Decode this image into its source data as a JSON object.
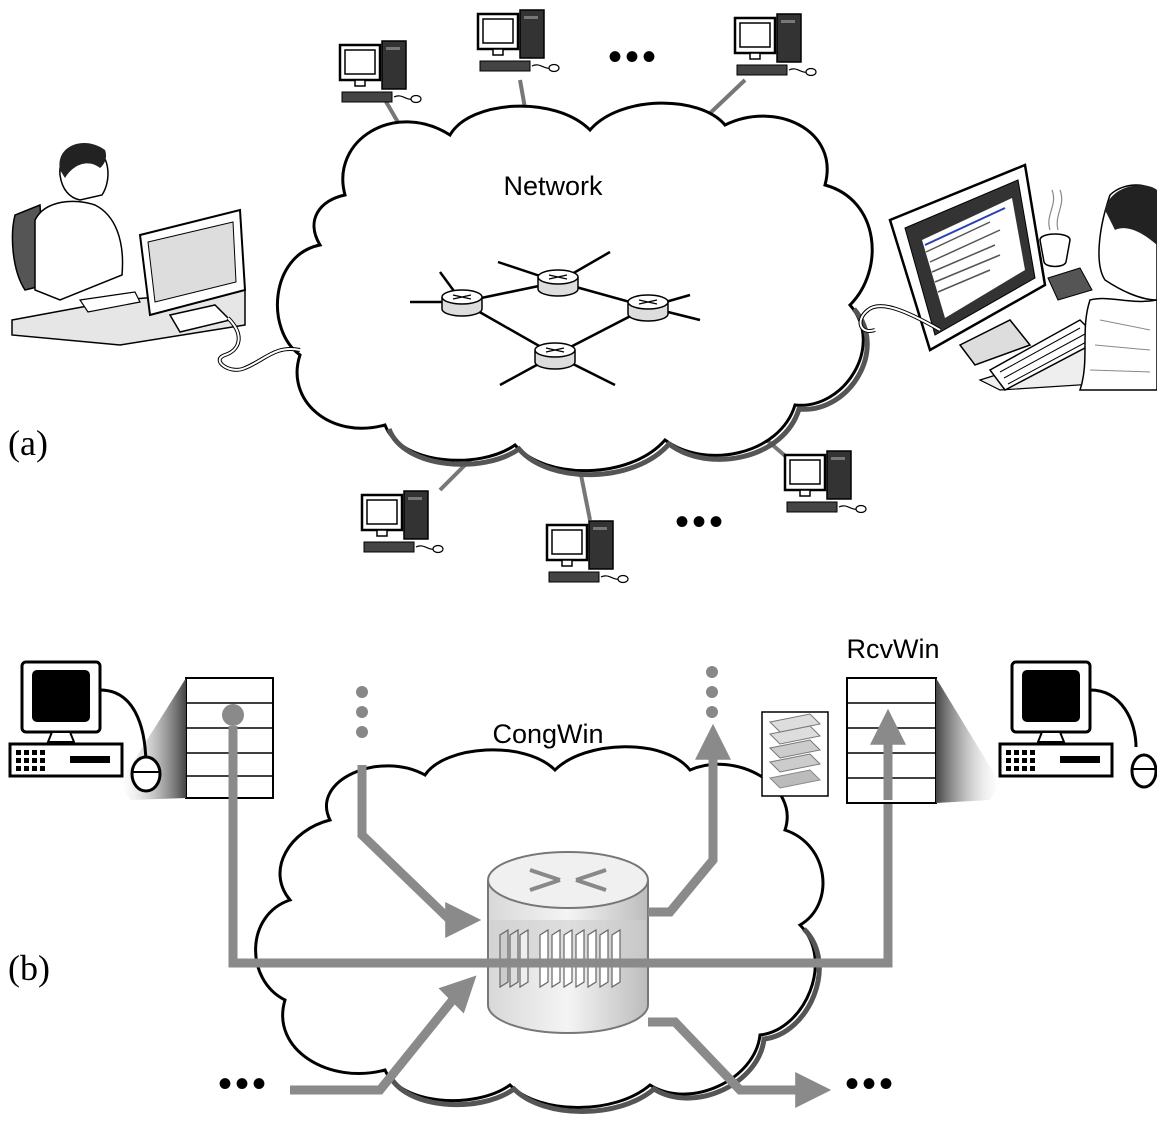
{
  "panel_a": {
    "label": "(a)",
    "cloud_label": "Network",
    "ellipsis_top": "•••",
    "ellipsis_bottom": "•••"
  },
  "panel_b": {
    "label": "(b)",
    "cloud_label": "CongWin",
    "receiver_label": "RcvWin",
    "ellipsis_in": "•••",
    "ellipsis_out": "•••"
  },
  "colors": {
    "flow_arrow": "#8a8a8a",
    "link": "#777777",
    "cloud_shadow": "#555555",
    "outline": "#000000"
  }
}
